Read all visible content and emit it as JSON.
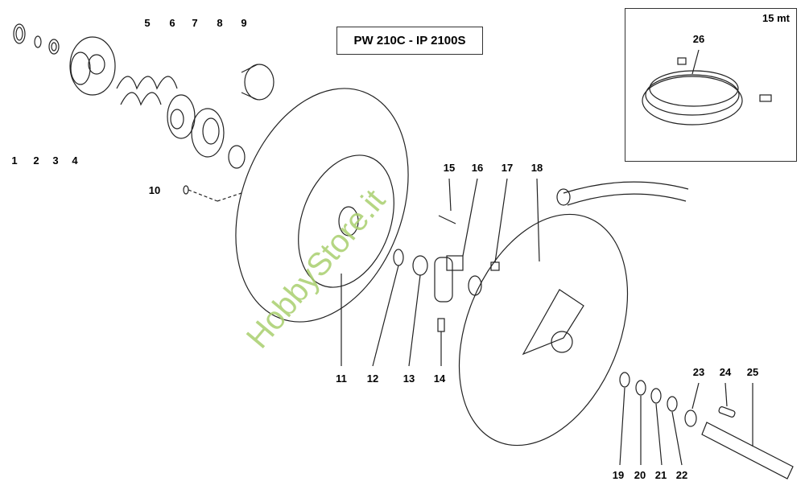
{
  "title": "PW 210C - IP 2100S",
  "inset": {
    "length": "15 mt",
    "part": "26"
  },
  "labels": [
    "1",
    "2",
    "3",
    "4",
    "5",
    "6",
    "7",
    "8",
    "9",
    "10",
    "11",
    "12",
    "13",
    "14",
    "15",
    "16",
    "17",
    "18",
    "19",
    "20",
    "21",
    "22",
    "23",
    "24",
    "25"
  ],
  "watermark": "HobbyStore.it"
}
